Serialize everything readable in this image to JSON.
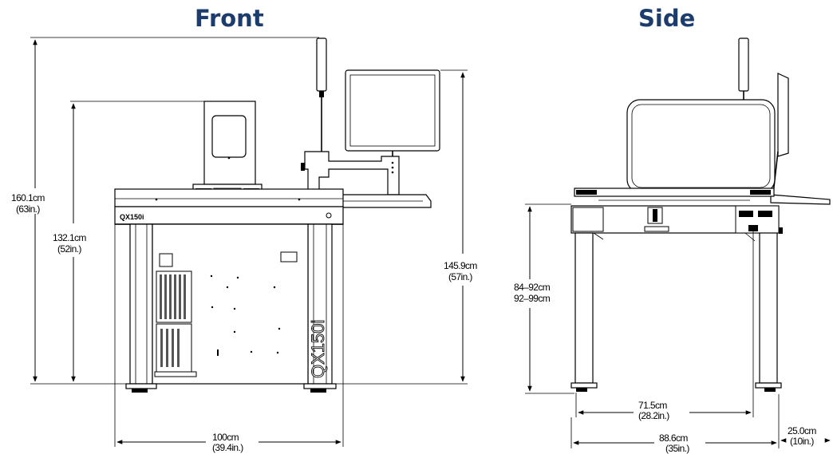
{
  "views": {
    "front": {
      "title": "Front"
    },
    "side": {
      "title": "Side"
    }
  },
  "dimensions": {
    "front_total_height": {
      "metric": "160.1cm",
      "imperial": "(63in.)"
    },
    "front_body_height": {
      "metric": "132.1cm",
      "imperial": "(52in.)"
    },
    "front_monitor_height": {
      "metric": "145.9cm",
      "imperial": "(57in.)"
    },
    "front_width": {
      "metric": "100cm",
      "imperial": "(39.4in.)"
    },
    "side_height_range_1": "84–92cm",
    "side_height_range_2": "92–99cm",
    "side_inner_depth": {
      "metric": "71.5cm",
      "imperial": "(28.2in.)"
    },
    "side_depth": {
      "metric": "88.6cm",
      "imperial": "(35in.)"
    },
    "side_extension": {
      "metric": "25.0cm",
      "imperial": "(10in.)"
    }
  },
  "labels": {
    "front_top_badge": "QX150i",
    "front_side_badge": "QX150i"
  },
  "colors": {
    "title": "#1d3c6e",
    "line": "#000000"
  }
}
